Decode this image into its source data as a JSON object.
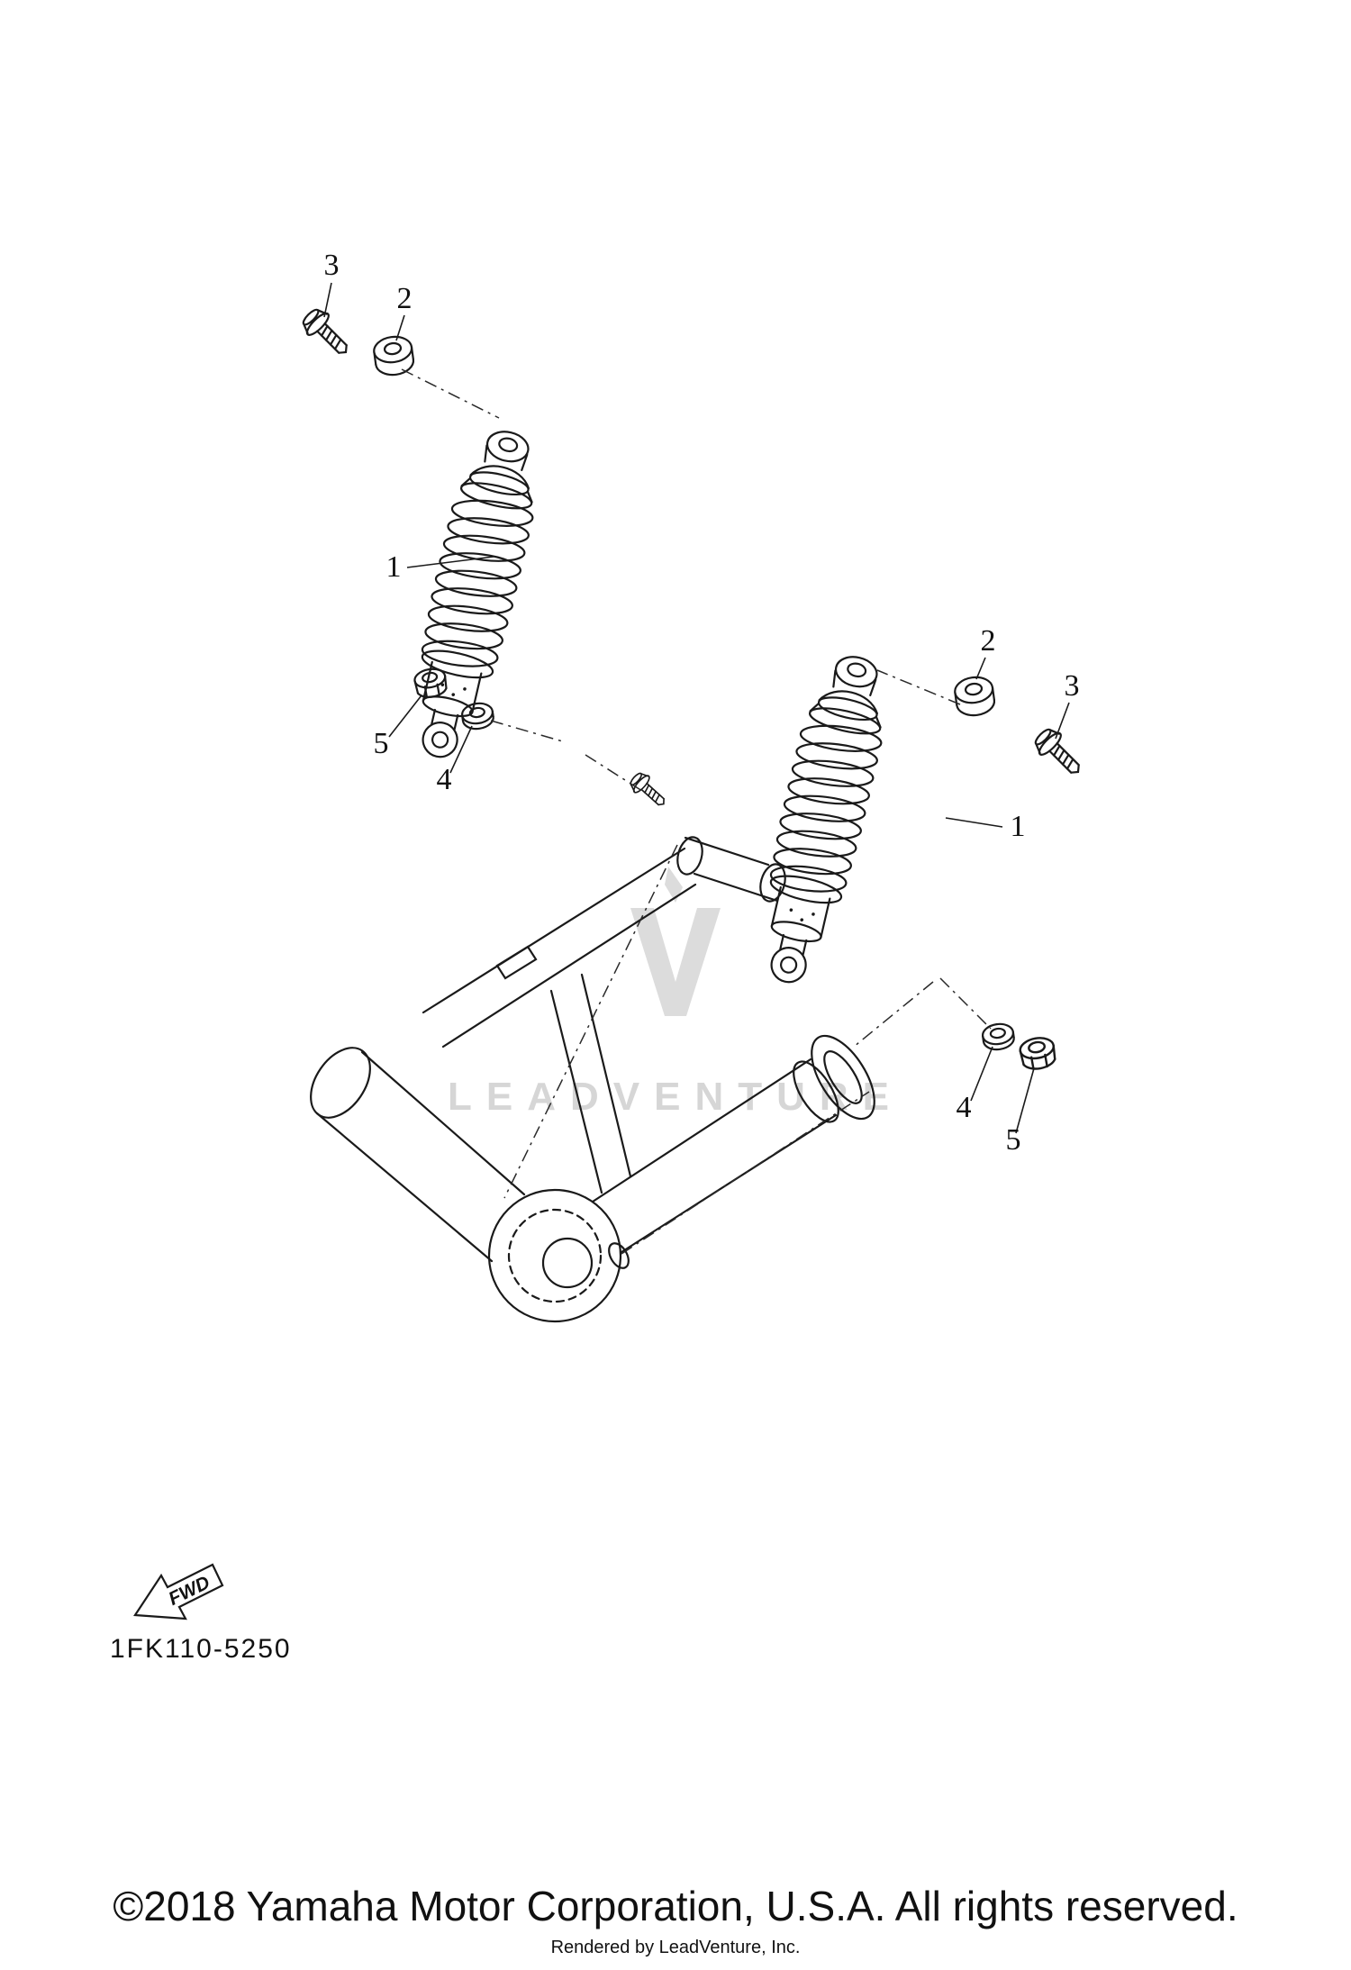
{
  "diagram": {
    "part_code": "1FK110-5250",
    "fwd_label": "FWD",
    "watermark_text": "LEADVENTURE",
    "ink_color": "#1a1a1a",
    "watermark_color": "#d6d6d6",
    "callouts": {
      "left_bolt": "3",
      "left_bushing": "2",
      "left_shock": "1",
      "left_nut": "5",
      "left_washer": "4",
      "right_bushing": "2",
      "right_bolt": "3",
      "right_shock": "1",
      "right_washer": "4",
      "right_nut": "5"
    }
  },
  "footer": {
    "copyright": "©2018 Yamaha Motor Corporation, U.S.A. All rights reserved.",
    "rendered_by": "Rendered by LeadVenture, Inc."
  }
}
